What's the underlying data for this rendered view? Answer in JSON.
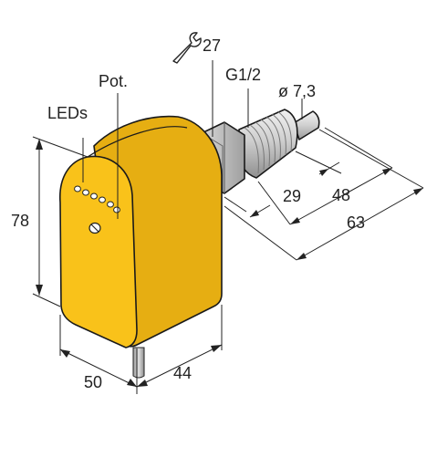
{
  "labels": {
    "wrench": "27",
    "thread": "G1/2",
    "diameter": "ø 7,3",
    "pot": "Pot.",
    "leds": "LEDs",
    "height": "78",
    "width": "50",
    "depth": "44",
    "dim_29": "29",
    "dim_48": "48",
    "dim_63": "63"
  },
  "colors": {
    "housing": "#F9C21A",
    "housing_shade": "#E6AE12",
    "metal_light": "#E6E6E6",
    "metal_mid": "#BDBDBD",
    "metal_dark": "#8E8E8E",
    "line": "#222222"
  },
  "icons": {
    "wrench": "wrench-icon"
  }
}
